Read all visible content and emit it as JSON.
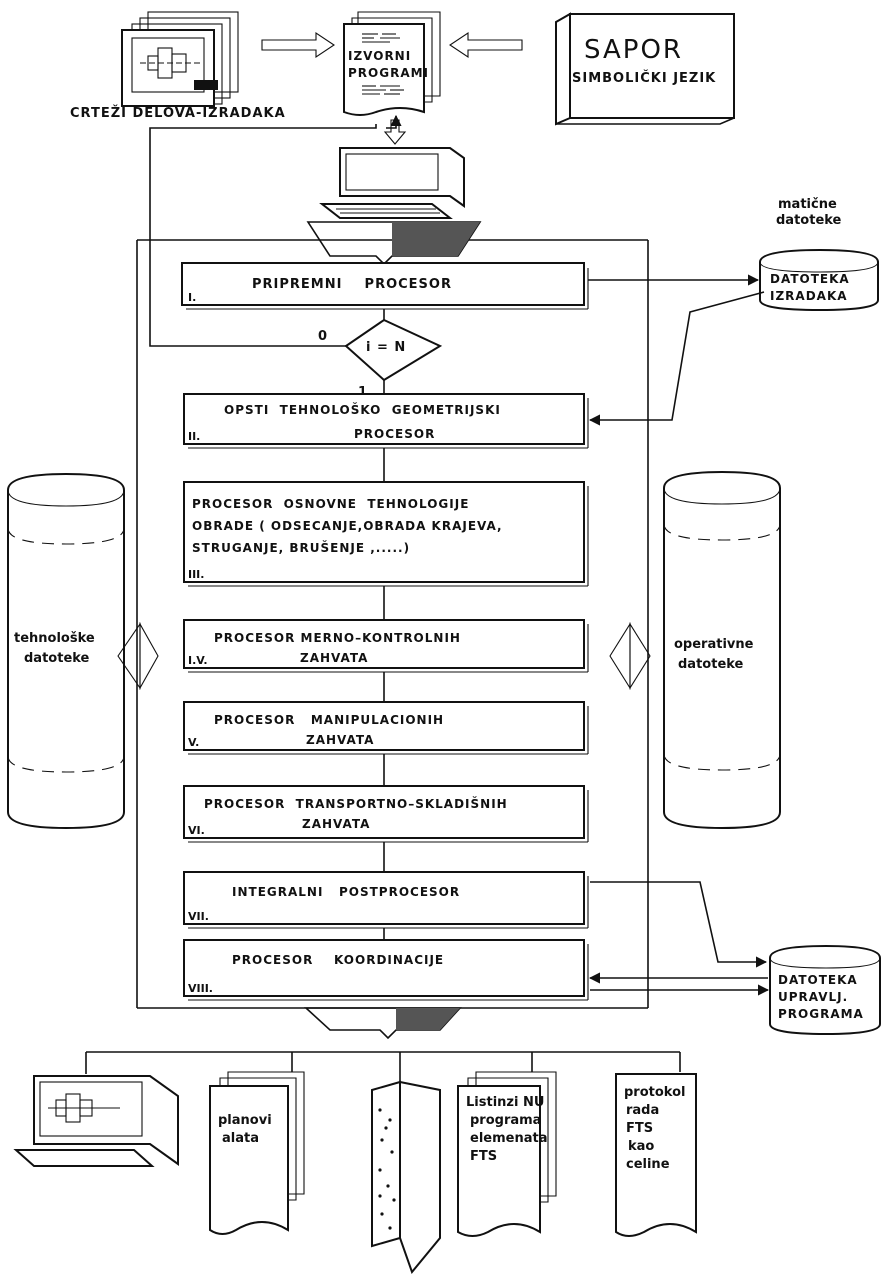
{
  "inputs": {
    "drawings_label": "CRTEŽI DELOVA-IZRADAKA",
    "source_programs_label": [
      "IZVORNI",
      "PROGRAMI"
    ],
    "sapor_title": "SAPOR",
    "sapor_subtitle": "SIMBOLIČKI JEZIK"
  },
  "master_files_label": [
    "matične",
    "datoteke"
  ],
  "decision": {
    "label": "i = N",
    "no_label": "0",
    "yes_label": "1"
  },
  "processors": [
    {
      "roman": "I.",
      "lines": [
        "PRIPREMNI    PROCESOR"
      ]
    },
    {
      "roman": "II.",
      "lines": [
        "OPSTI  TEHNOLOŠKO  GEOMETRIJSKI",
        "PROCESOR"
      ]
    },
    {
      "roman": "III.",
      "lines": [
        "PROCESOR  OSNOVNE  TEHNOLOGIJE",
        "OBRADE ( ODSECANJE,OBRADA KRAJEVA,",
        "STRUGANJE, BRUŠENJE ,.....)"
      ]
    },
    {
      "roman": "I.V.",
      "lines": [
        "PROCESOR MERNO–KONTROLNIH",
        "ZAHVATA"
      ]
    },
    {
      "roman": "V.",
      "lines": [
        "PROCESOR   MANIPULACIONIH",
        "ZAHVATA"
      ]
    },
    {
      "roman": "VI.",
      "lines": [
        "PROCESOR  TRANSPORTNO–SKLADIŠNIH",
        "ZAHVATA"
      ]
    },
    {
      "roman": "VII.",
      "lines": [
        "INTEGRALNI   POSTPROCESOR"
      ]
    },
    {
      "roman": "VIII.",
      "lines": [
        "PROCESOR    KOORDINACIJE"
      ]
    }
  ],
  "files": {
    "workpieces": [
      "DATOTEKA",
      "IZRADAKA"
    ],
    "control_programs": [
      "DATOTEKA",
      "UPRAVLJ.",
      "PROGRAMA"
    ],
    "technological": [
      "tehnološke",
      "datoteke"
    ],
    "operational": [
      "operativne",
      "datoteke"
    ]
  },
  "outputs": {
    "tool_plans": [
      "planovi",
      "alata"
    ],
    "nc_listings": [
      "Listinzi NU",
      "programa",
      "elemenata",
      "FTS"
    ],
    "fts_protocol": [
      "protokol",
      "rada",
      "FTS",
      "kao",
      "celine"
    ]
  }
}
